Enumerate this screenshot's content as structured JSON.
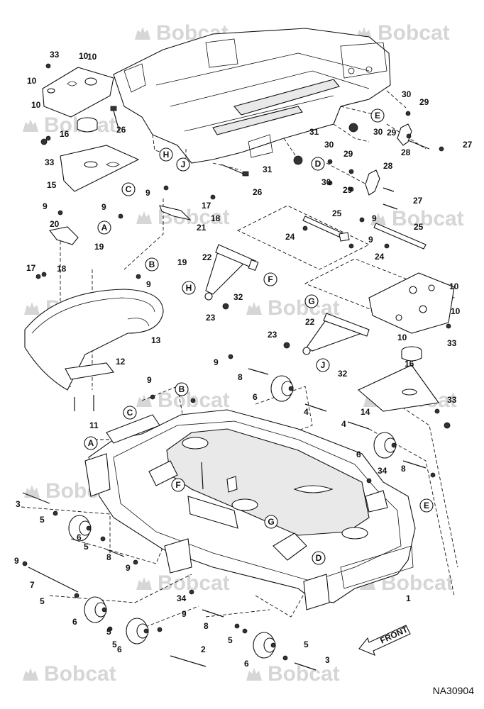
{
  "watermark": "Bobcat",
  "figure_id": "NA30904",
  "front_label": "FRONT",
  "callouts": [
    "1",
    "2",
    "3",
    "3",
    "4",
    "4",
    "5",
    "5",
    "5",
    "5",
    "5",
    "5",
    "5",
    "6",
    "6",
    "6",
    "6",
    "6",
    "6",
    "7",
    "8",
    "8",
    "8",
    "8",
    "9",
    "9",
    "9",
    "9",
    "9",
    "9",
    "9",
    "9",
    "9",
    "9",
    "9",
    "10",
    "10",
    "10",
    "10",
    "10",
    "10",
    "10",
    "11",
    "12",
    "13",
    "14",
    "15",
    "16",
    "16",
    "17",
    "17",
    "18",
    "18",
    "19",
    "19",
    "20",
    "21",
    "22",
    "22",
    "23",
    "23",
    "24",
    "24",
    "25",
    "25",
    "26",
    "26",
    "27",
    "27",
    "28",
    "28",
    "29",
    "29",
    "29",
    "29",
    "30",
    "30",
    "30",
    "30",
    "31",
    "31",
    "32",
    "32",
    "33",
    "33",
    "33",
    "33",
    "34",
    "34"
  ],
  "reference_letters": [
    "A",
    "A",
    "B",
    "B",
    "C",
    "C",
    "D",
    "D",
    "E",
    "E",
    "F",
    "F",
    "G",
    "G",
    "H",
    "H",
    "J",
    "J"
  ]
}
